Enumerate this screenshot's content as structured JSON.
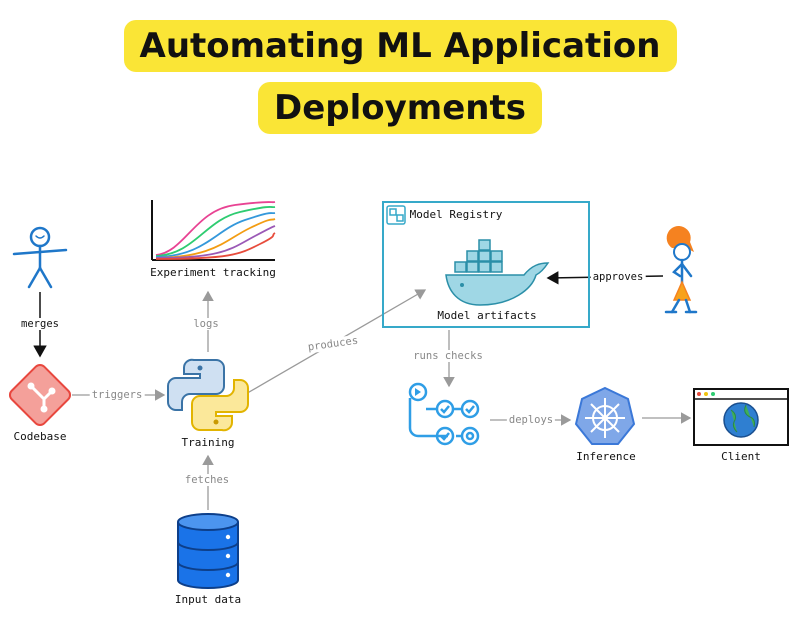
{
  "title": {
    "line1": "Automating ML Application",
    "line2": "Deployments"
  },
  "nodes": {
    "codebase": "Codebase",
    "training": "Training",
    "input_data": "Input data",
    "experiment_tracking": "Experiment tracking",
    "model_registry": "Model Registry",
    "model_artifacts": "Model artifacts",
    "inference": "Inference",
    "client": "Client"
  },
  "edges": {
    "merges": "merges",
    "triggers": "triggers",
    "logs": "logs",
    "fetches": "fetches",
    "produces": "produces",
    "runs_checks": "runs checks",
    "deploys": "deploys",
    "approves": "approves"
  },
  "icons": [
    "developer-stick-figure-icon",
    "git-icon",
    "python-icon",
    "database-icon",
    "line-chart-icon",
    "docker-whale-icon",
    "approver-stick-figure-icon",
    "ci-pipeline-icon",
    "kubernetes-icon",
    "browser-globe-icon"
  ],
  "colors": {
    "title_highlight": "#fae536",
    "stick_figure": "#1f77c9",
    "git": "#e8473e",
    "python_blue": "#3a73a6",
    "python_yellow": "#f7d23e",
    "database": "#1a73e8",
    "docker": "#4ab3cc",
    "registry_border": "#36a9c9",
    "kubernetes": "#3b78d8",
    "pipeline": "#2f9ee6",
    "approver_hair": "#f58220"
  }
}
